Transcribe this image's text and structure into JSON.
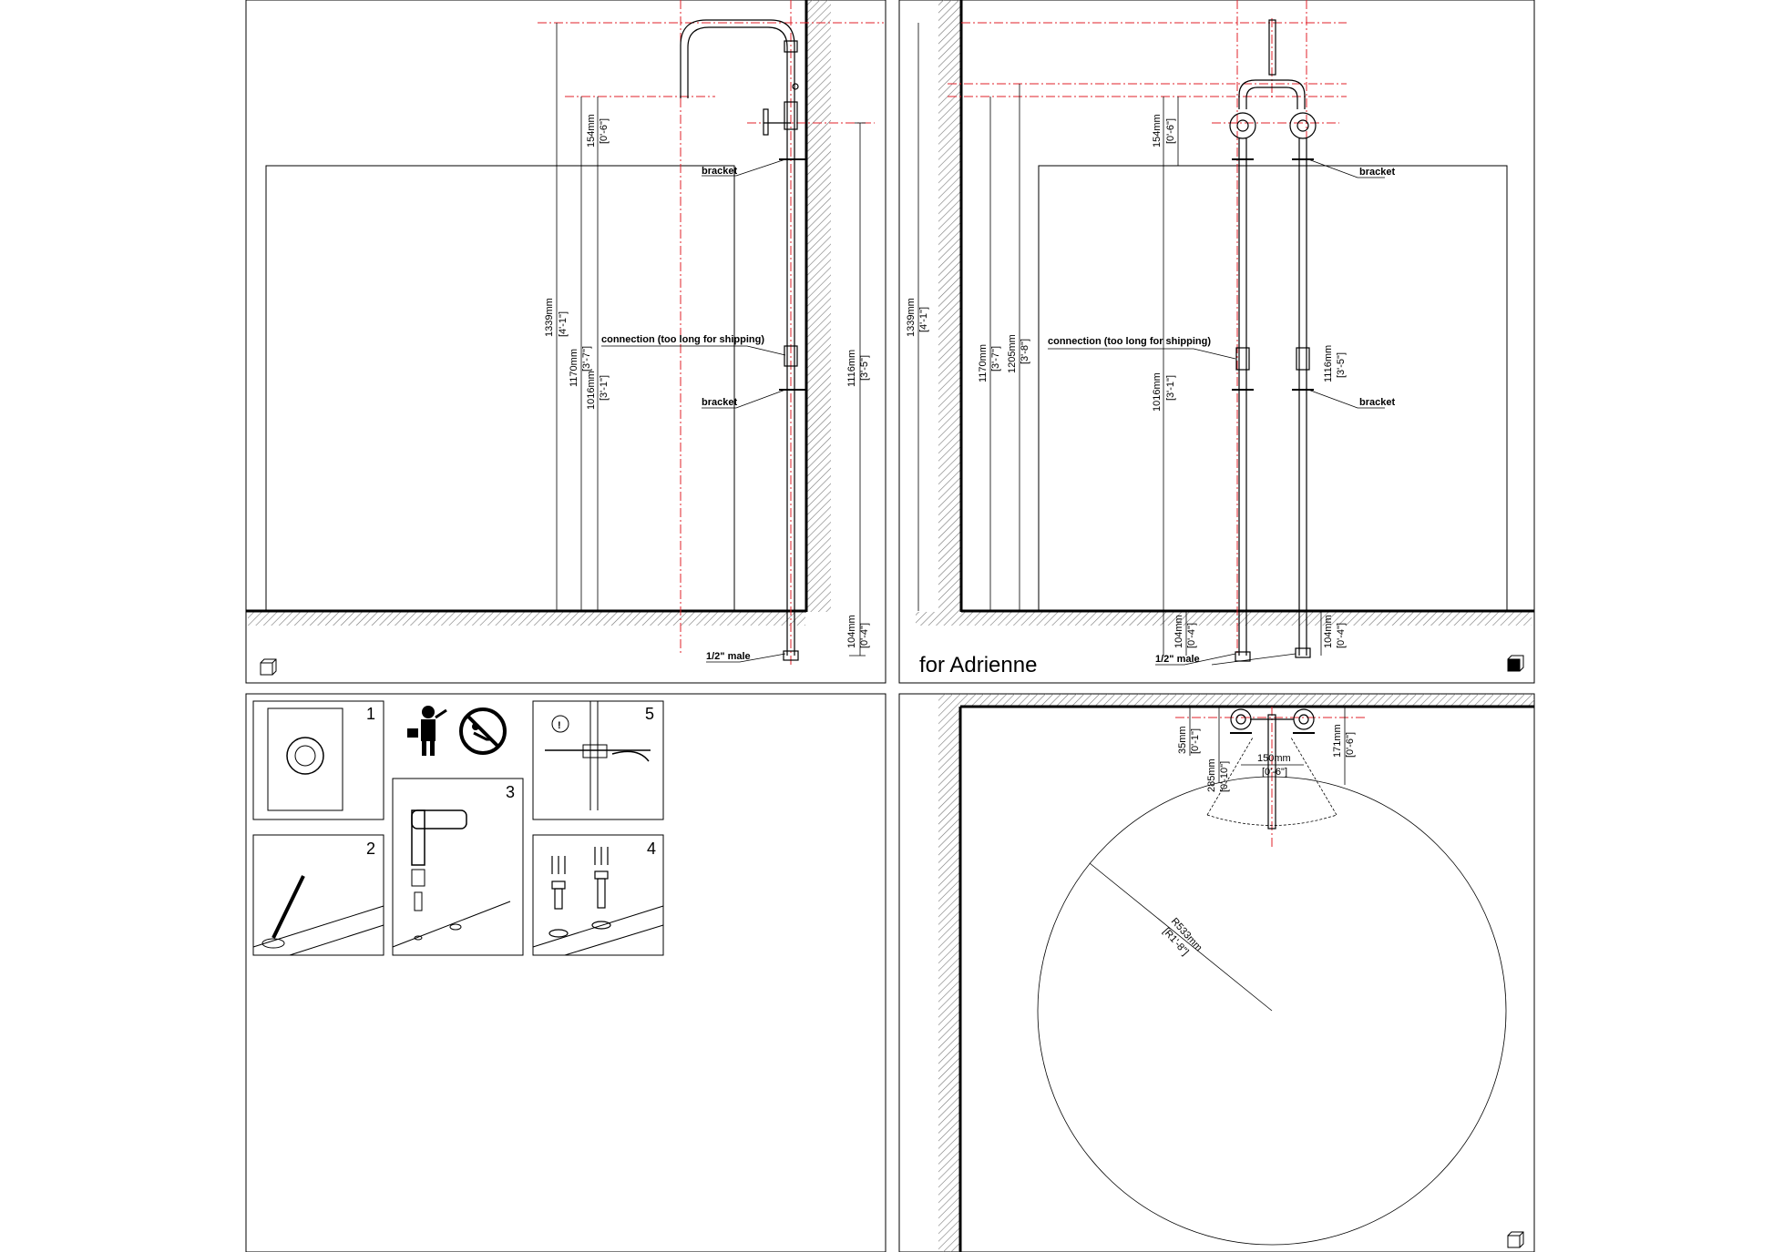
{
  "colors": {
    "line": "#000000",
    "center_line": "#e0202a",
    "hatch": "#777777"
  },
  "panel_tl": {
    "dims": [
      {
        "mm": "1339mm",
        "in": "[4'-1\"]"
      },
      {
        "mm": "1170mm",
        "in": "[3'-7\"]"
      },
      {
        "mm": "1016mm",
        "in": "[3'-1\"]"
      },
      {
        "mm": "154mm",
        "in": "[0'-6\"]"
      },
      {
        "mm": "1116mm",
        "in": "[3'-5\"]"
      },
      {
        "mm": "104mm",
        "in": "[0'-4\"]"
      }
    ],
    "callouts": {
      "bracket_top": "bracket",
      "connection": "connection (too long for shipping)",
      "bracket_bottom": "bracket",
      "male": "1/2\" male"
    }
  },
  "panel_tr": {
    "dims": [
      {
        "mm": "1339mm",
        "in": "[4'-1\"]"
      },
      {
        "mm": "1170mm",
        "in": "[3'-7\"]"
      },
      {
        "mm": "1205mm",
        "in": "[3'-8\"]"
      },
      {
        "mm": "154mm",
        "in": "[0'-6\"]"
      },
      {
        "mm": "1016mm",
        "in": "[3'-1\"]"
      },
      {
        "mm": "1116mm",
        "in": "[3'-5\"]"
      },
      {
        "mm": "104mm",
        "in": "[0'-4\"]"
      },
      {
        "mm": "104mm",
        "in": "[0'-4\"]"
      }
    ],
    "callouts": {
      "bracket_top": "bracket",
      "connection": "connection (too long for shipping)",
      "bracket_bottom": "bracket",
      "male": "1/2\" male"
    },
    "caption": "for Adrienne"
  },
  "panel_bl": {
    "steps": [
      "1",
      "2",
      "3",
      "4",
      "5"
    ],
    "warning_mark": "!"
  },
  "panel_br": {
    "dims": [
      {
        "mm": "35mm",
        "in": "[0'-1\"]"
      },
      {
        "mm": "285mm",
        "in": "[0'-10\"]"
      },
      {
        "mm": "150mm",
        "in": "[0'-6\"]"
      },
      {
        "mm": "171mm",
        "in": "[0'-6\"]"
      }
    ],
    "radius": {
      "mm": "R533mm",
      "in": "[R1'-8\"]"
    }
  }
}
